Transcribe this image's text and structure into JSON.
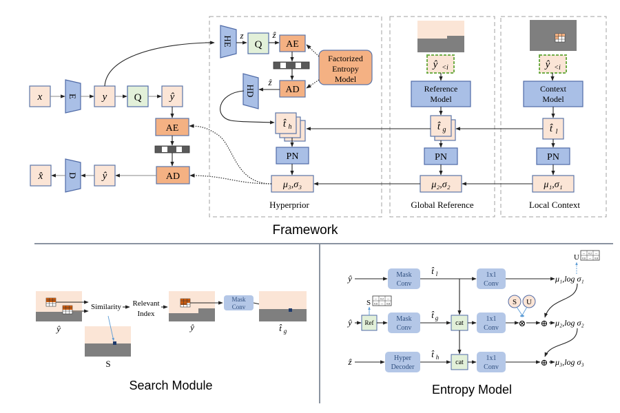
{
  "framework": {
    "title": "Framework",
    "main_path": {
      "x": "x",
      "encoder": "E",
      "y": "y",
      "quantizer": "Q",
      "y_hat": "ŷ",
      "arithmetic_encoder": "AE",
      "arithmetic_decoder": "AD",
      "y_hat_dec": "ŷ",
      "decoder": "D",
      "x_hat": "x̂"
    },
    "hyperprior": {
      "label": "Hyperprior",
      "hyper_encoder": "HE",
      "z": "z",
      "quantizer": "Q",
      "z_hat": "ẑ",
      "arithmetic_encoder": "AE",
      "arithmetic_decoder": "AD",
      "z_hat_dec": "ẑ",
      "hyper_decoder": "HD",
      "factorized_model": [
        "Factorized",
        "Entropy",
        "Model"
      ],
      "t_h": "t̂",
      "t_h_sub": "h",
      "pn": "PN",
      "params": "μ₃,σ₃"
    },
    "global_reference": {
      "label": "Global Reference",
      "y_lt": "ŷ",
      "y_lt_sub": "<i",
      "model": [
        "Reference",
        "Model"
      ],
      "t_g": "t̂",
      "t_g_sub": "g",
      "pn": "PN",
      "params": "μ₂,σ₂"
    },
    "local_context": {
      "label": "Local Context",
      "y_lt": "ŷ",
      "y_lt_sub": "<i",
      "model": [
        "Context",
        "Model"
      ],
      "t_l": "t̂",
      "t_l_sub": "l",
      "pn": "PN",
      "params": "μ₁,σ₁"
    }
  },
  "search_module": {
    "title": "Search Module",
    "y_hat_label": "ŷ",
    "similarity": "Similarity",
    "relevant_index": [
      "Relevant",
      "Index"
    ],
    "s_label": "S",
    "y_hat_label2": "ŷ",
    "mask_conv": [
      "Mask",
      "Conv"
    ],
    "t_g_label": "t̂",
    "t_g_sub": "g"
  },
  "entropy_model": {
    "title": "Entropy Model",
    "row1": {
      "input": "ŷ",
      "mask_conv": [
        "Mask",
        "Conv"
      ],
      "t_label": "t̂",
      "t_sub": "l",
      "conv": [
        "1x1",
        "Conv"
      ],
      "output": "μ₁,log σ₁"
    },
    "row2": {
      "input": "ŷ",
      "ref": "Ref",
      "mask_conv": [
        "Mask",
        "Conv"
      ],
      "t_label": "t̂",
      "t_sub": "g",
      "cat": "cat",
      "conv": [
        "1x1",
        "Conv"
      ],
      "multiply": "⊗",
      "add": "⊕",
      "output": "μ₂,log σ₂"
    },
    "row3": {
      "input": "ẑ",
      "hyper_decoder": [
        "Hyper",
        "Decoder"
      ],
      "t_label": "t̂",
      "t_sub": "h",
      "cat": "cat",
      "conv": [
        "1x1",
        "Conv"
      ],
      "add": "⊕",
      "output": "μ₃,log σ₃"
    },
    "s_circle": "S",
    "u_circle": "U",
    "s_map": {
      "label": "S",
      "cells": [
        "—",
        "0.2",
        "—",
        "0.6",
        "—",
        "0.8"
      ]
    },
    "u_map": {
      "label": "U",
      "cells": [
        "—",
        "0.2",
        "—",
        "0.6",
        "—",
        "0.8"
      ]
    }
  }
}
